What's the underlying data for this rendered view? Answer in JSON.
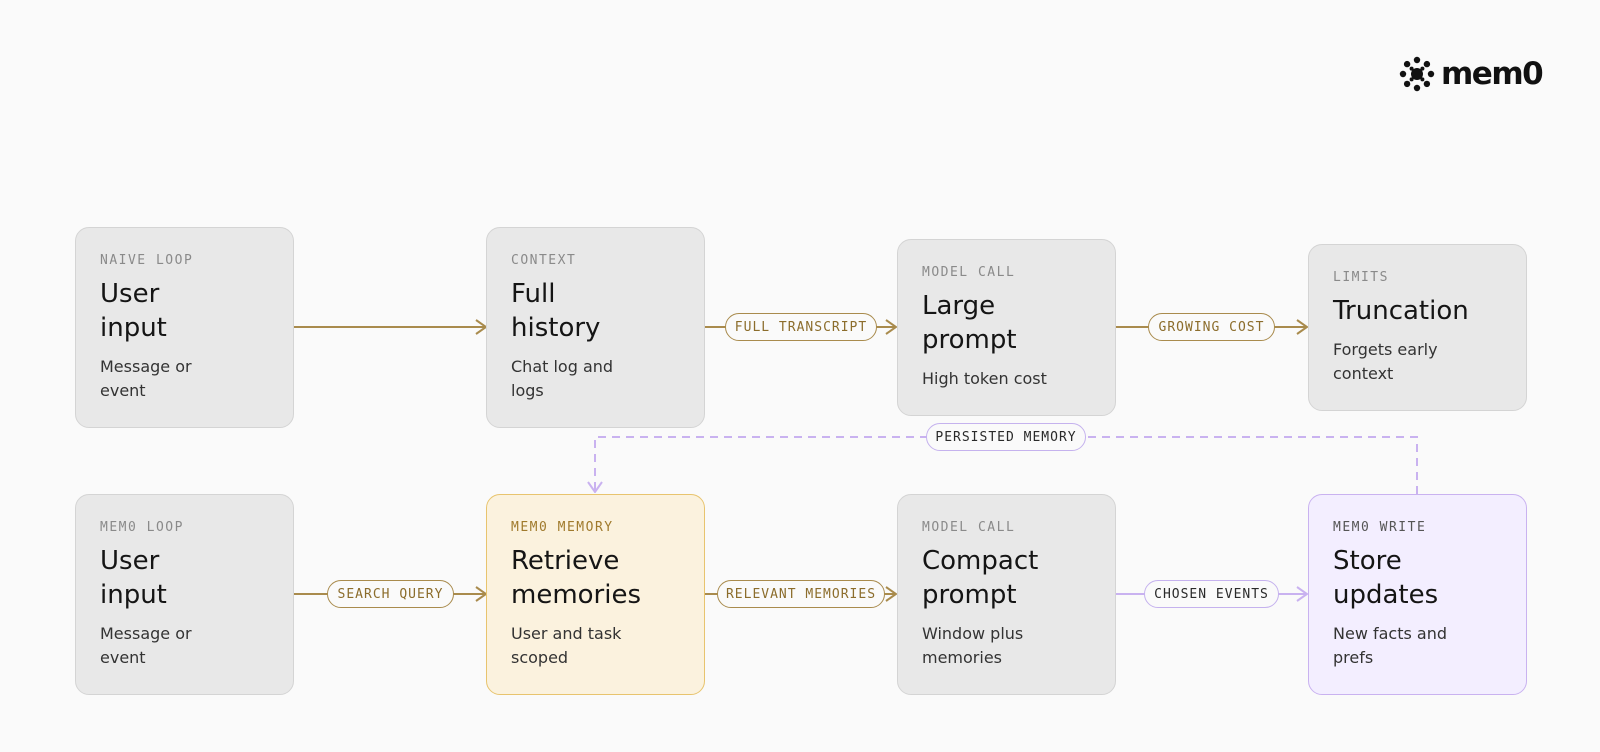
{
  "brand": {
    "name": "mem0",
    "icon": "mem0-burst-icon"
  },
  "naive_loop": [
    {
      "kicker": "NAIVE LOOP",
      "title": "User input",
      "sub": "Message or event"
    },
    {
      "kicker": "CONTEXT",
      "title": "Full history",
      "sub": "Chat log and logs"
    },
    {
      "kicker": "MODEL CALL",
      "title": "Large prompt",
      "sub": "High token cost"
    },
    {
      "kicker": "LIMITS",
      "title": "Truncation",
      "sub": "Forgets early context"
    }
  ],
  "mem0_loop": [
    {
      "kicker": "MEM0 LOOP",
      "title": "User input",
      "sub": "Message or event"
    },
    {
      "kicker": "MEM0 MEMORY",
      "title": "Retrieve memories",
      "sub": "User and task scoped"
    },
    {
      "kicker": "MODEL CALL",
      "title": "Compact prompt",
      "sub": "Window plus memories"
    },
    {
      "kicker": "MEM0 WRITE",
      "title": "Store updates",
      "sub": "New facts and prefs"
    }
  ],
  "edge_labels": {
    "full_transcript": "FULL TRANSCRIPT",
    "growing_cost": "GROWING COST",
    "persisted_memory": "PERSISTED MEMORY",
    "search_query": "SEARCH QUERY",
    "relevant_memories": "RELEVANT MEMORIES",
    "chosen_events": "CHOSEN EVENTS"
  },
  "colors": {
    "gold": "#a98b4d",
    "lavender": "#c9b2f0",
    "background": "#fafafa"
  }
}
